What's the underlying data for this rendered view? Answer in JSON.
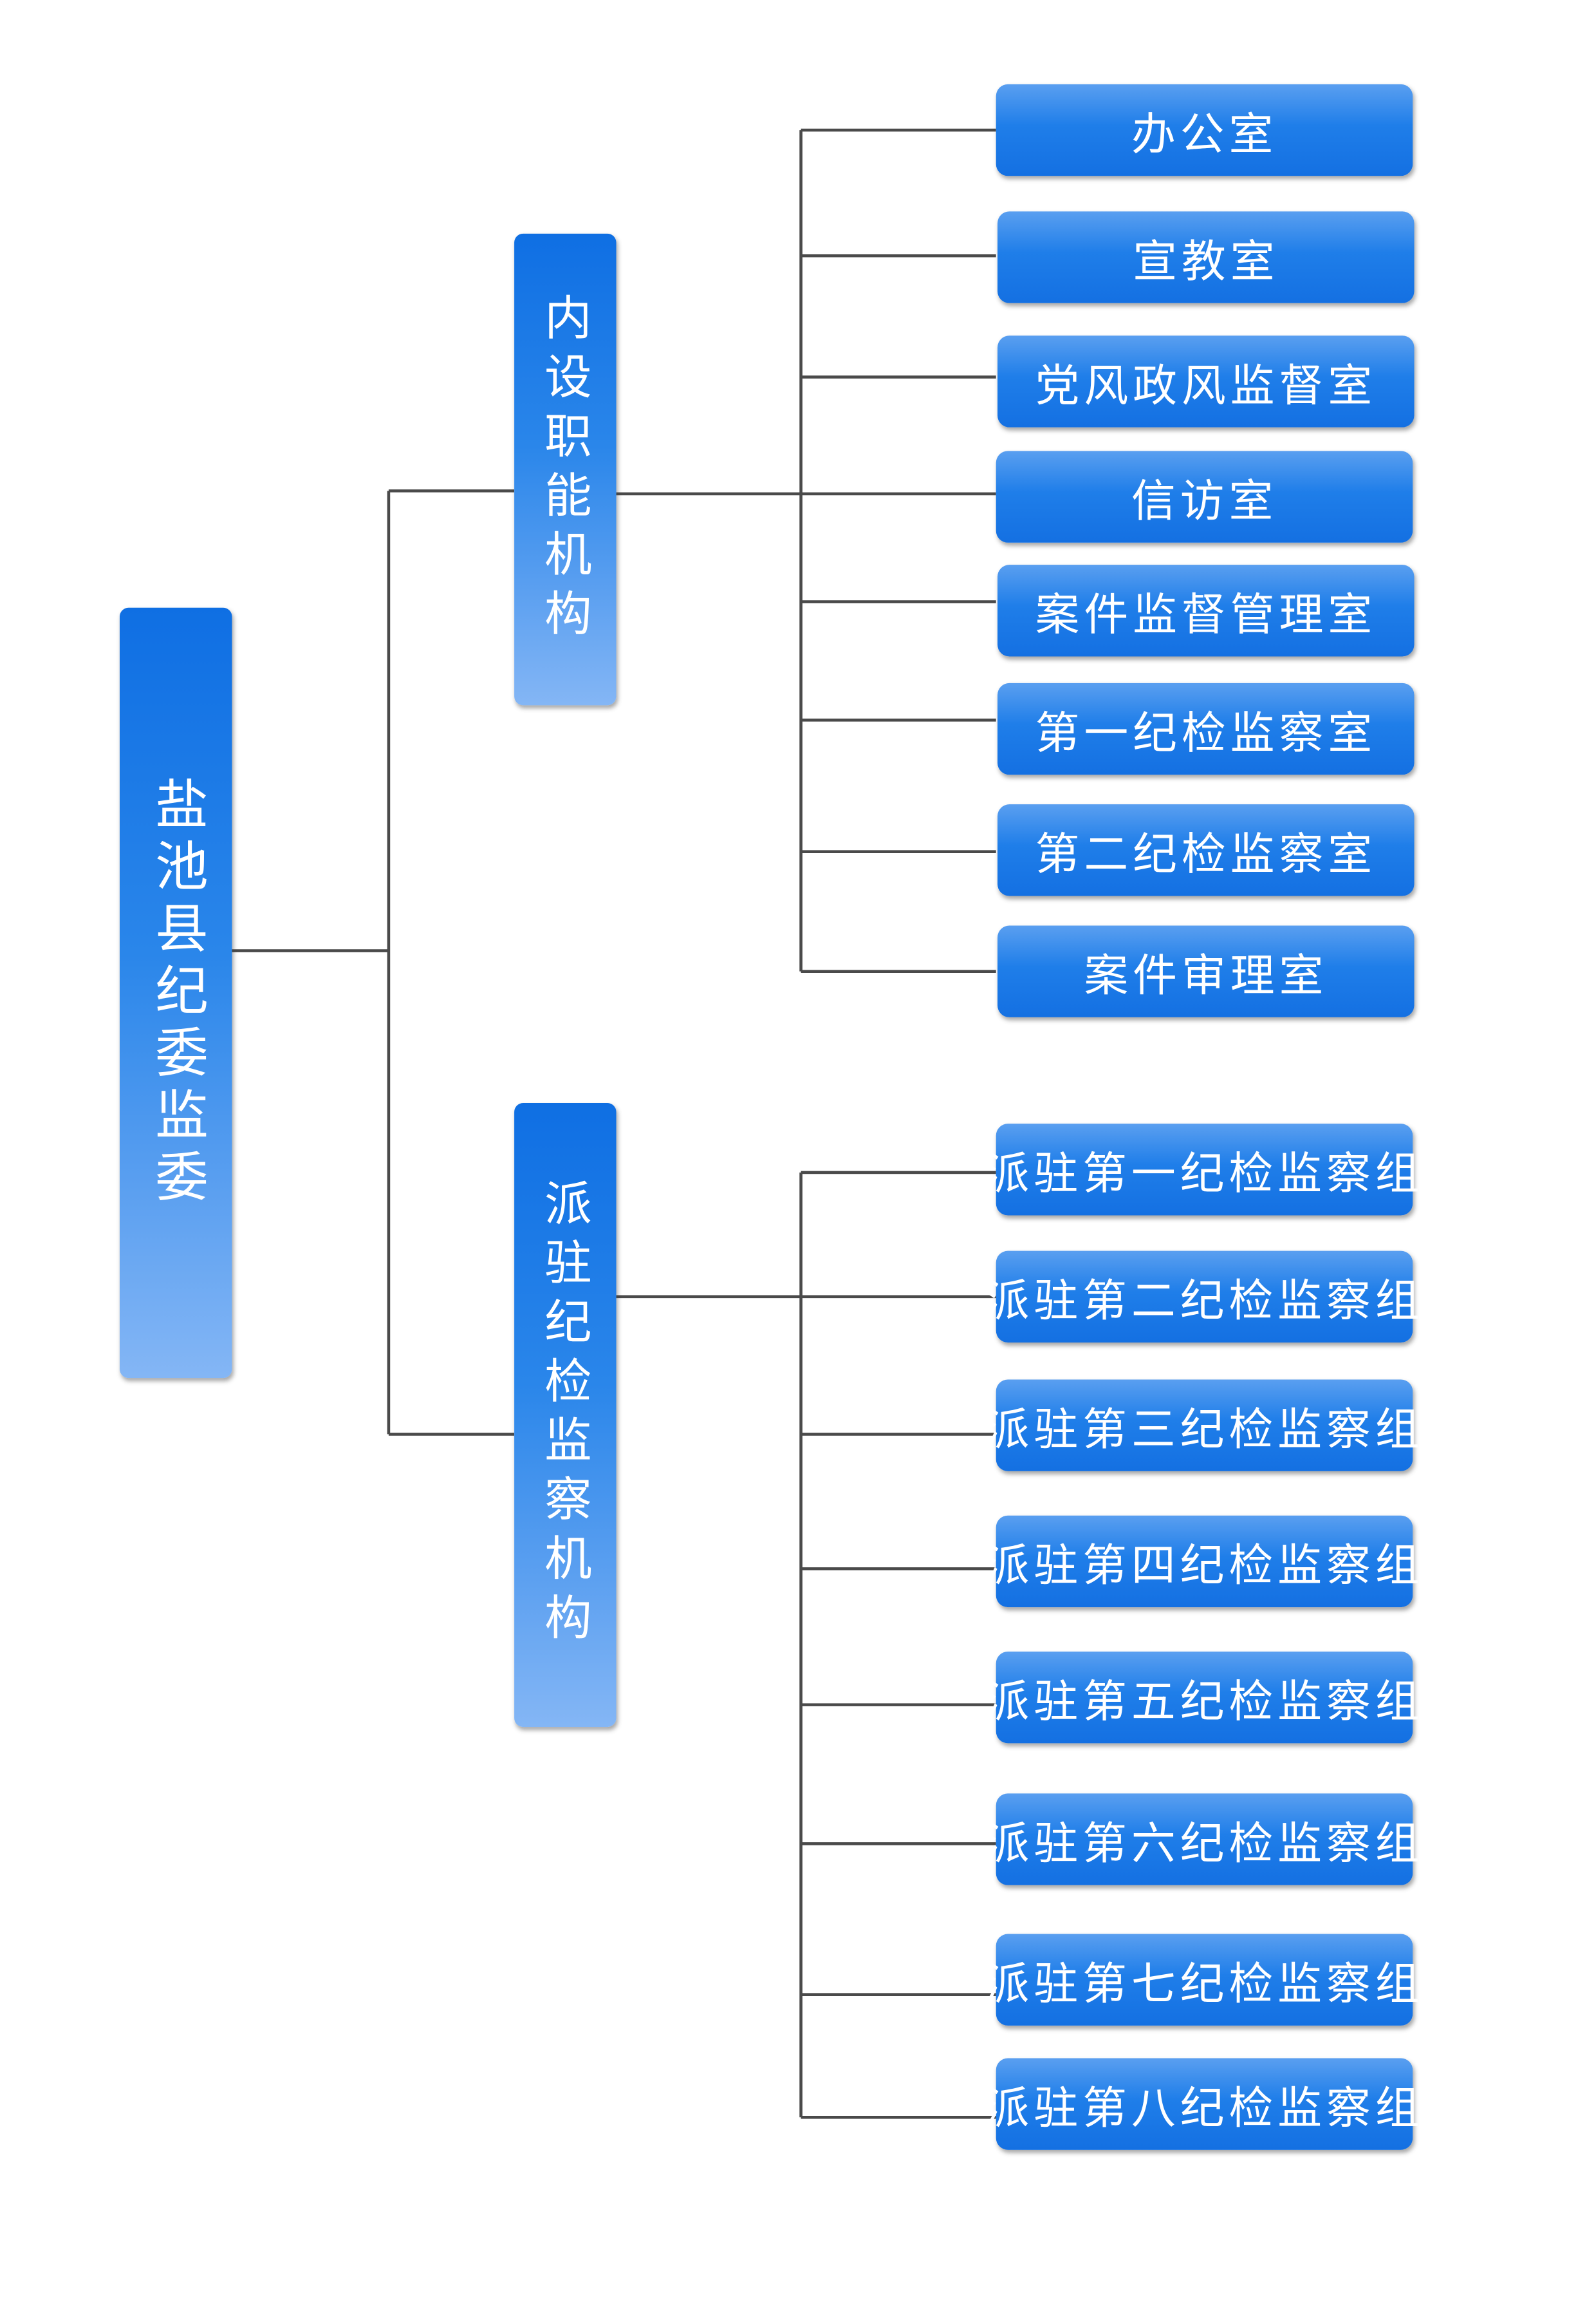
{
  "root": {
    "label": "盐池县纪委监委"
  },
  "branches": [
    {
      "label": "内设职能机构",
      "children": [
        "办公室",
        "宣教室",
        "党风政风监督室",
        "信访室",
        "案件监督管理室",
        "第一纪检监察室",
        "第二纪检监察室",
        "案件审理室"
      ]
    },
    {
      "label": "派驻纪检监察机构",
      "children": [
        "派驻第一纪检监察组",
        "派驻第二纪检监察组",
        "派驻第三纪检监察组",
        "派驻第四纪检监察组",
        "派驻第五纪检监察组",
        "派驻第六纪检监察组",
        "派驻第七纪检监察组",
        "派驻第八纪检监察组"
      ]
    }
  ],
  "colors": {
    "node_blue": "#1a7be8",
    "node_light": "#86b9f7",
    "connector": "#4a4a4a",
    "text": "#ffffff"
  }
}
